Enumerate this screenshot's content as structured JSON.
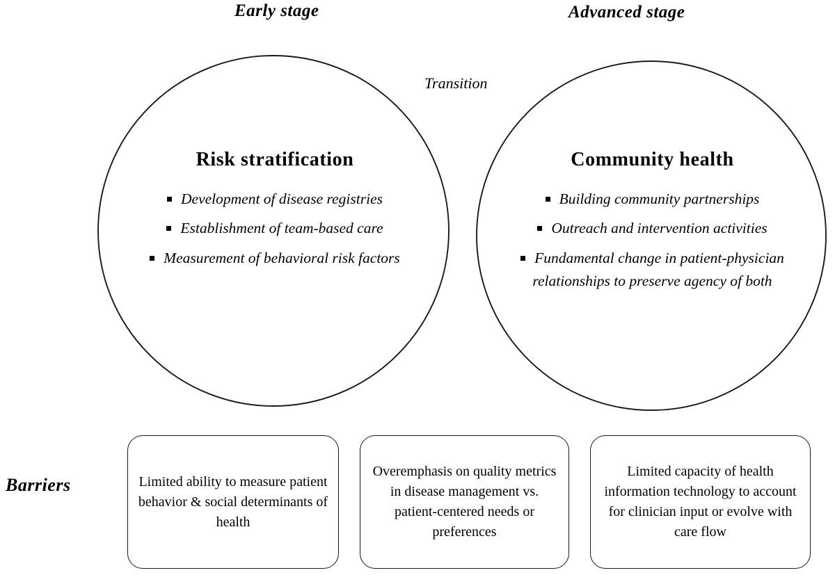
{
  "stages": {
    "early": "Early stage",
    "advanced": "Advanced stage"
  },
  "transition": {
    "label": "Transition"
  },
  "circles": {
    "left": {
      "title": "Risk stratification",
      "bullets": [
        "Development of disease registries",
        "Establishment of team-based care",
        "Measurement of behavioral risk factors"
      ]
    },
    "right": {
      "title": "Community  health",
      "bullets": [
        "Building  community  partnerships",
        "Outreach and intervention activities",
        "Fundamental change in patient-physician relationships  to preserve agency  of both"
      ]
    }
  },
  "barriers": {
    "label": "Barriers",
    "boxes": [
      "Limited  ability  to measure  patient behavior  &  social determinants  of health",
      "Overemphasis  on quality metrics  in  disease management  vs. patient-centered  needs  or preferences",
      "Limited  capacity  of health  information technology  to account for  clinician  input  or evolve  with  care flow"
    ]
  },
  "style": {
    "stroke_color": "#1a1a1a",
    "background": "#ffffff"
  }
}
